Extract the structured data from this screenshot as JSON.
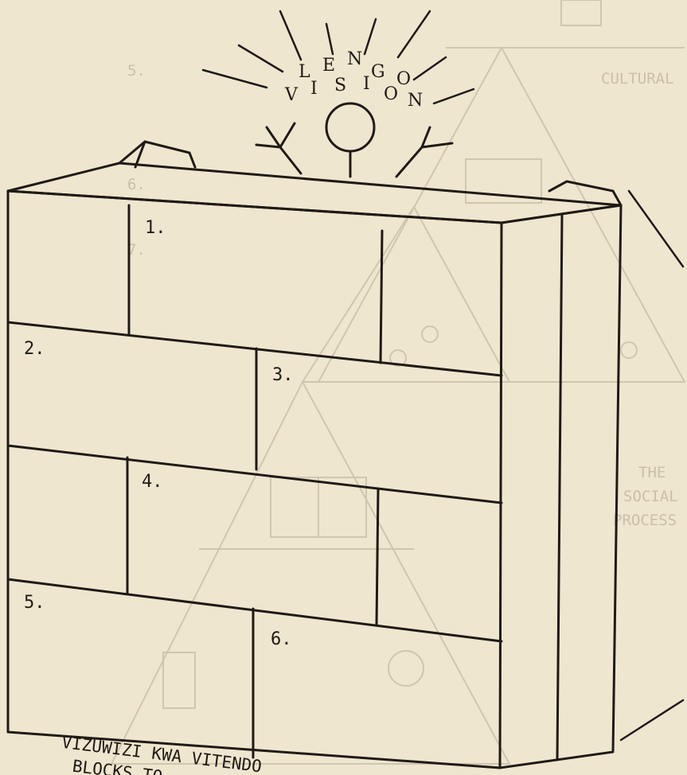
{
  "vision": {
    "word_top": "LENGO",
    "word_bottom": "VISION"
  },
  "blocks": {
    "b1": "1.",
    "b2": "2.",
    "b3": "3.",
    "b4": "4.",
    "b5": "5.",
    "b6": "6."
  },
  "caption": {
    "line1": "VIZUWIZI KWA VITENDO",
    "line2": "BLOCKS TO"
  },
  "background_text": {
    "cultural": "CULTURAL",
    "social_1": "THE",
    "social_2": "SOCIAL",
    "social_3": "PROCESS",
    "item5": "5.",
    "item6": "6.",
    "item7": "7."
  },
  "colors": {
    "paper": "#efe6cf",
    "ink": "#1f1a14",
    "ghost": "#cfc6ae"
  }
}
